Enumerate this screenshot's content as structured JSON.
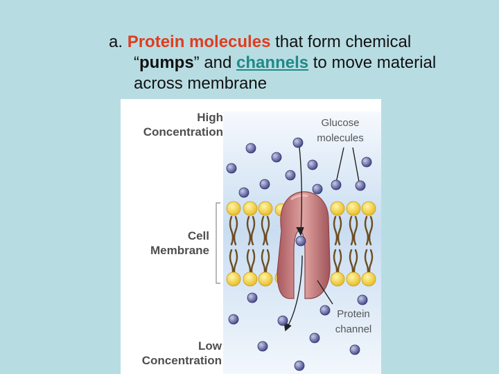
{
  "heading": {
    "marker": "a.",
    "term1": "Protein molecules",
    "text1": " that form chemical",
    "quote_open": "“",
    "term2": "pumps",
    "text2": "” and ",
    "term3": "channels",
    "text3": " to move material",
    "text4": "across membrane"
  },
  "figure": {
    "labels": {
      "high_line1": "High",
      "high_line2": "Concentration",
      "cell_line1": "Cell",
      "cell_line2": "Membrane",
      "low_line1": "Low",
      "low_line2": "Concentration",
      "glucose_line1": "Glucose",
      "glucose_line2": "molecules",
      "protein_line1": "Protein",
      "protein_line2": "channel"
    },
    "colors": {
      "background_top": "#f3f8fd",
      "background_mid": "#c8dcf0",
      "phospholipid_head": "#f4d23a",
      "phospholipid_tail": "#7a5a2a",
      "protein": "#c97a7a",
      "glucose": "#5a5f9a"
    }
  }
}
